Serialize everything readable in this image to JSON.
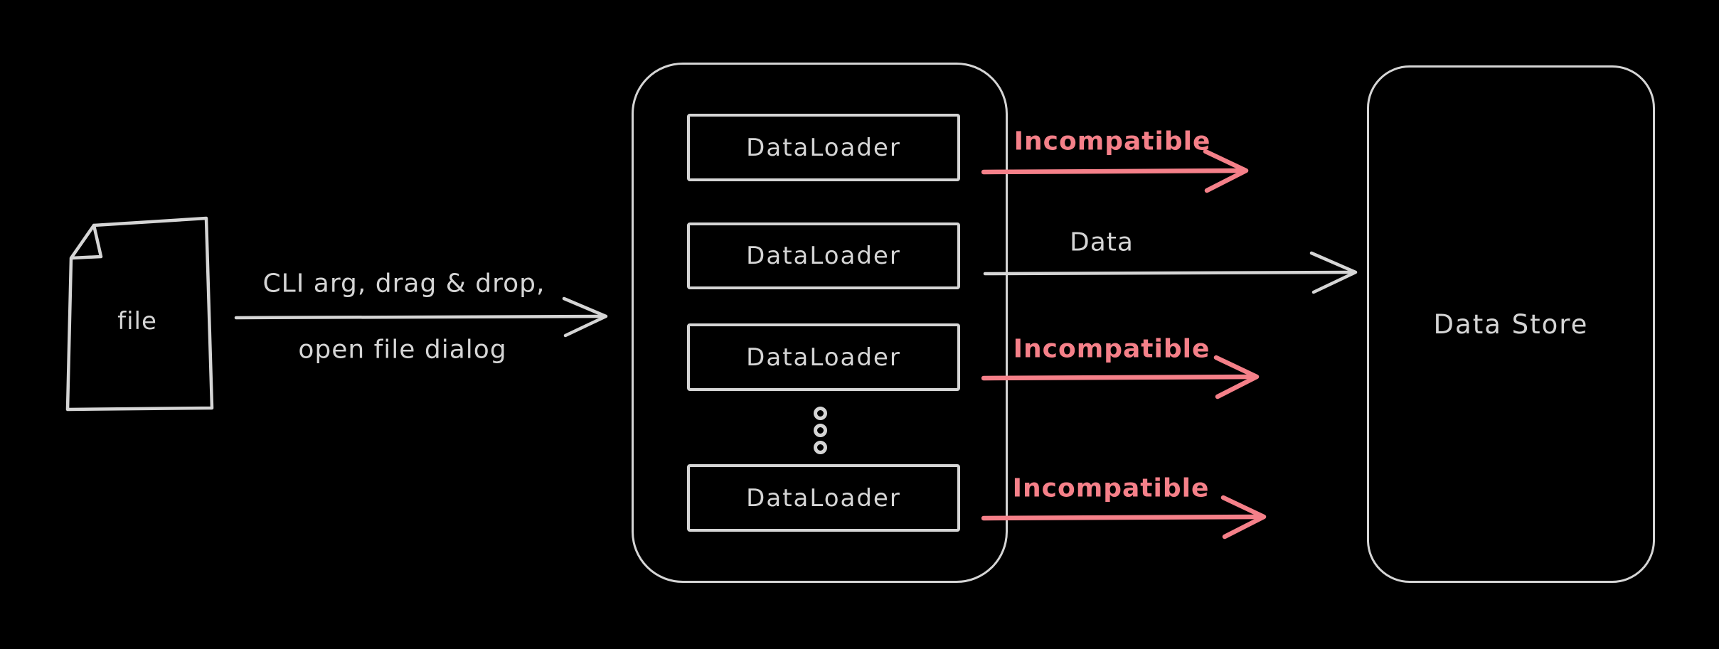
{
  "colors": {
    "background": "#000000",
    "stroke": "#d5d5d5",
    "accent_red": "#f58089"
  },
  "file": {
    "label": "file"
  },
  "input_arrow": {
    "label_top": "CLI arg, drag & drop,",
    "label_bottom": "open file dialog"
  },
  "loaders": {
    "items": [
      {
        "label": "DataLoader"
      },
      {
        "label": "DataLoader"
      },
      {
        "label": "DataLoader"
      },
      {
        "label": "DataLoader"
      }
    ],
    "ellipsis_dots": 3
  },
  "outputs": [
    {
      "label": "Incompatible",
      "status": "incompatible",
      "color": "#f58089"
    },
    {
      "label": "Data",
      "status": "data",
      "color": "#d5d5d5"
    },
    {
      "label": "Incompatible",
      "status": "incompatible",
      "color": "#f58089"
    },
    {
      "label": "Incompatible",
      "status": "incompatible",
      "color": "#f58089"
    }
  ],
  "data_store": {
    "label": "Data Store"
  }
}
